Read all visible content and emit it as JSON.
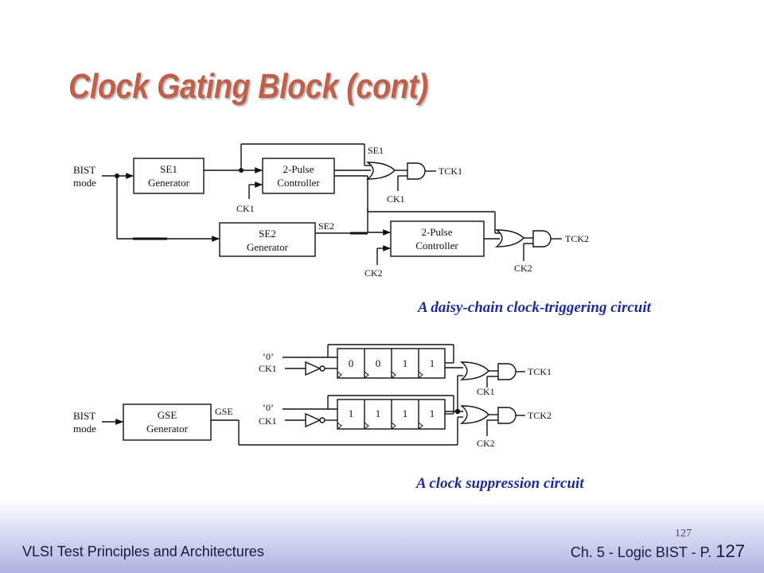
{
  "slide": {
    "title": "Clock Gating Block (cont)",
    "caption_top": "A daisy-chain clock-triggering circuit",
    "caption_bottom": "A clock suppression circuit",
    "slide_number_small": "127"
  },
  "footer": {
    "left": "VLSI Test Principles and Architectures",
    "right_prefix": "Ch. 5 - Logic BIST - P.",
    "right_page": "127"
  },
  "top_circuit": {
    "bist_line1": "BIST",
    "bist_line2": "mode",
    "se1_gen_line1": "SE1",
    "se1_gen_line2": "Generator",
    "pulse1_line1": "2-Pulse",
    "pulse1_line2": "Controller",
    "se2_gen_line1": "SE2",
    "se2_gen_line2": "Generator",
    "pulse2_line1": "2-Pulse",
    "pulse2_line2": "Controller",
    "se1_label": "SE1",
    "se2_label": "SE2",
    "ck1_label_a": "CK1",
    "ck1_label_b": "CK1",
    "ck2_label_a": "CK2",
    "ck2_label_b": "CK2",
    "tck1_label": "TCK1",
    "tck2_label": "TCK2"
  },
  "bottom_circuit": {
    "bist_line1": "BIST",
    "bist_line2": "mode",
    "gse_gen_line1": "GSE",
    "gse_gen_line2": "Generator",
    "gse_label": "GSE",
    "zero_a": "‘0’",
    "ck1_a": "CK1",
    "zero_b": "‘0’",
    "ck1_b": "CK1",
    "shift_reg_1": [
      "0",
      "0",
      "1",
      "1"
    ],
    "shift_reg_2": [
      "1",
      "1",
      "1",
      "1"
    ],
    "ck1_gate_label": "CK1",
    "ck2_gate_label": "CK2",
    "tck1_label": "TCK1",
    "tck2_label": "TCK2"
  },
  "colors": {
    "title": "#c0604a",
    "caption": "#1c2aa0",
    "footer_text": "#1a1a40"
  }
}
